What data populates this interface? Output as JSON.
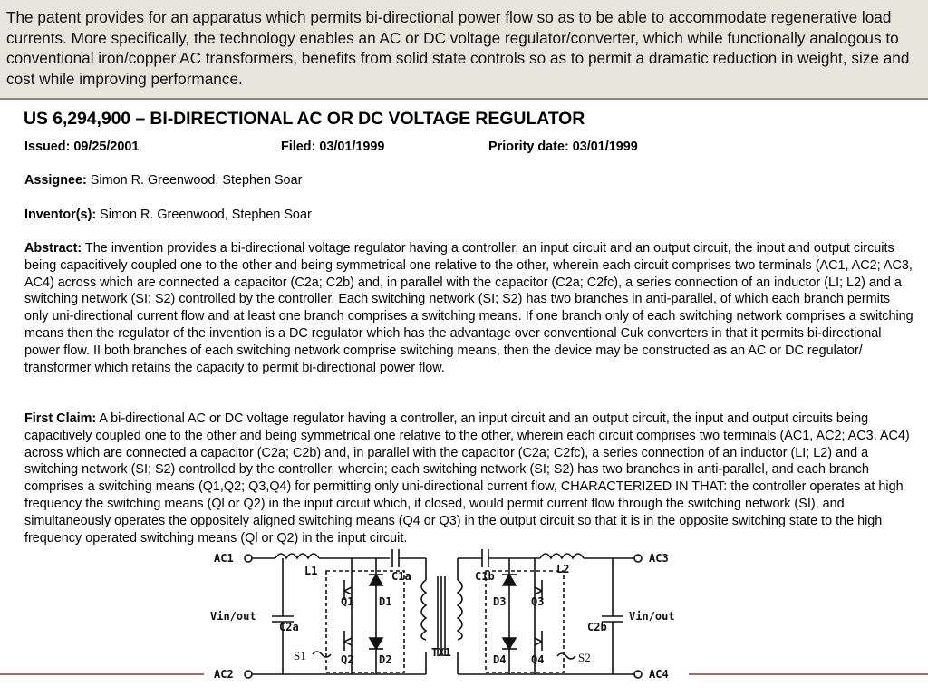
{
  "banner": {
    "text": "The patent provides for an apparatus which permits bi-directional power flow so as to be able to accommodate regenerative load currents.  More specifically, the technology enables an AC or DC voltage regulator/converter, which while functionally analogous to conventional iron/copper AC transformers, benefits from solid state controls so as to permit a dramatic reduction in weight, size and cost while improving performance."
  },
  "patent": {
    "title": "US 6,294,900 – BI-DIRECTIONAL AC OR DC VOLTAGE REGULATOR",
    "issued": "Issued: 09/25/2001",
    "filed": "Filed: 03/01/1999",
    "priority": "Priority date:  03/01/1999",
    "assignee_label": "Assignee:",
    "assignee": " Simon R. Greenwood, Stephen Soar",
    "inventors_label": "Inventor(s):",
    "inventors": " Simon R. Greenwood, Stephen Soar",
    "abstract_label": "Abstract:",
    "abstract": " The invention provides a bi-directional voltage regulator having a controller, an input circuit and an output circuit, the input and output circuits being capacitively coupled one to the other and being symmetrical one relative to the other, wherein each circuit comprises two terminals (AC1, AC2; AC3, AC4) across which are connected a capacitor (C2a; C2b) and, in parallel with the capacitor (C2a; C2fc), a series connection of an inductor (LI; L2) and a switching network (SI; S2) controlled by the controller. Each switching network (SI; S2) has two branches in anti-parallel, of which each branch permits only uni-directional current flow and at least one branch comprises a switching means. If one branch only of each switching network comprises a switching means then the regulator of the invention is a DC regulator which has the advantage over conventional Cuk converters in that it permits bi-directional power flow. II both branches of each switching network comprise switching means, then the device may be constructed as an AC or DC regulator/ transformer which retains the capacity to permit bi-directional power flow.",
    "claim_label": "First Claim:",
    "claim": " A bi-directional AC or DC voltage regulator having a controller, an input circuit and an output circuit, the input and output circuits being capacitively coupled one to the other and being symmetrical one relative to the other, wherein each circuit comprises two terminals (AC1, AC2; AC3, AC4) across which are connected a capacitor (C2a; C2b) and, in parallel with the capacitor (C2a; C2fc), a series connection of an inductor (LI; L2) and a switching network (SI; S2) controlled by the controller, wherein; each switching network (SI; S2) has two branches in anti-parallel, and each branch comprises a switching means (Q1,Q2; Q3,Q4) for permitting only uni-directional current flow, CHARACTERIZED IN THAT: the controller operates at high frequency the switching means (Ql or Q2) in the input circuit which, if closed, would permit current flow through the switching network (SI), and simultaneously operates the oppositely aligned switching means (Q4 or Q3) in the output circuit so that it is in the opposite switching state to the high frequency operated switching means (Ql or Q2) in the input circuit."
  },
  "circuit": {
    "ac1": "AC1",
    "ac2": "AC2",
    "ac3": "AC3",
    "ac4": "AC4",
    "l1": "L1",
    "l2": "L2",
    "c1a": "C1a",
    "c1b": "C1b",
    "c2a": "C2a",
    "c2b": "C2b",
    "q1": "Q1",
    "q2": "Q2",
    "q3": "Q3",
    "q4": "Q4",
    "d1": "D1",
    "d2": "D2",
    "d3": "D3",
    "d4": "D4",
    "tx1": "TX1",
    "vin_left": "Vin/out",
    "vin_right": "Vin/out",
    "s1": "S1",
    "s2": "S2"
  }
}
